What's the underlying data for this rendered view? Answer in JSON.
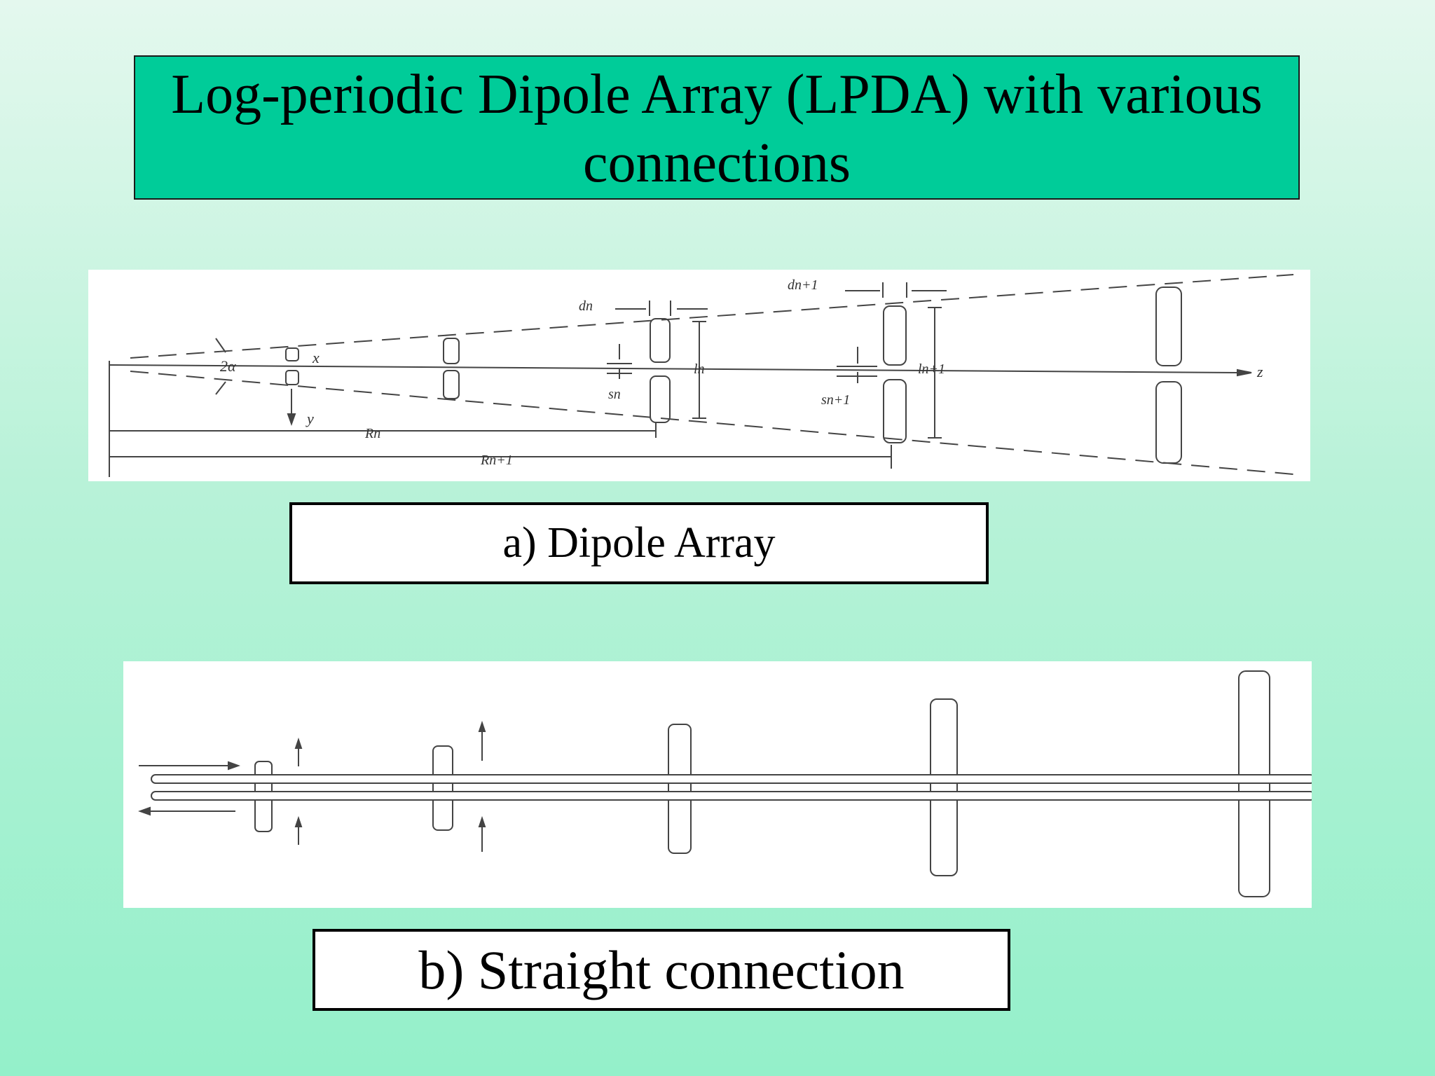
{
  "slide": {
    "title": "Log-periodic Dipole Array (LPDA) with various connections"
  },
  "figure_a": {
    "caption": "a) Dipole Array",
    "labels": {
      "angle": "2α",
      "x_axis": "x",
      "y_axis": "y",
      "z_axis": "z",
      "d_n": "dn",
      "d_n1": "dn+1",
      "l_n": "ln",
      "l_n1": "ln+1",
      "s_n": "sn",
      "s_n1": "sn+1",
      "R_n": "Rn",
      "R_n1": "Rn+1"
    }
  },
  "figure_b": {
    "caption": "b) Straight connection"
  }
}
